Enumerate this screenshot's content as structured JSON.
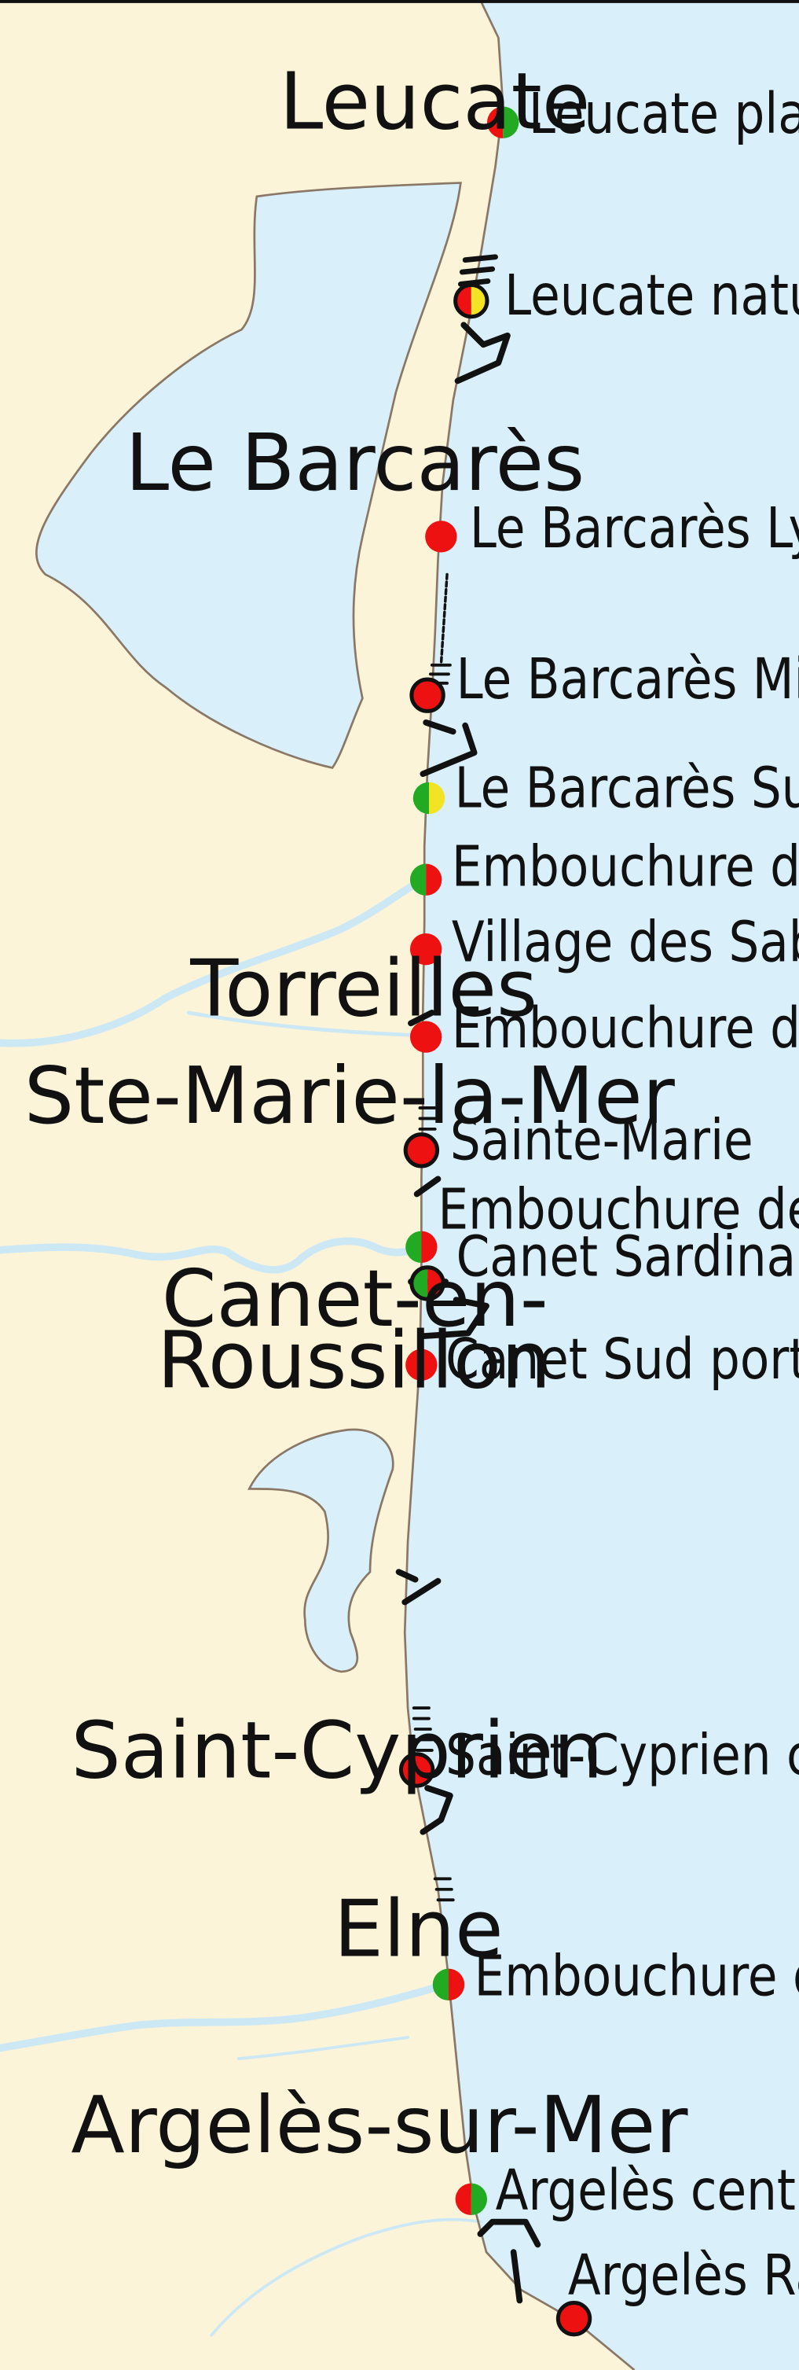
{
  "colors": {
    "land": "#fbf4d9",
    "sea": "#d9f0fa",
    "river": "#cde8f5",
    "coast": "#8a7766",
    "structure": "#111111",
    "red": "#ee1111",
    "green": "#22aa22",
    "yellow": "#f2e324",
    "outline": "#111111"
  },
  "towns": [
    {
      "id": "leucate",
      "name": "Leucate"
    },
    {
      "id": "le-barcares",
      "name": "Le Barcarès"
    },
    {
      "id": "torreilles",
      "name": "Torreilles"
    },
    {
      "id": "ste-marie",
      "name": "Ste-Marie-la-Mer"
    },
    {
      "id": "canet-line1",
      "name": "Canet-en-"
    },
    {
      "id": "canet-line2",
      "name": "Roussillon"
    },
    {
      "id": "saint-cyprien",
      "name": "Saint-Cyprien"
    },
    {
      "id": "elne",
      "name": "Elne"
    },
    {
      "id": "argeles",
      "name": "Argelès-sur-Mer"
    }
  ],
  "beaches": [
    {
      "id": "leucate-plage",
      "name": "Leucate plage",
      "colors": [
        "red",
        "green"
      ],
      "outlined": false
    },
    {
      "id": "leucate-naturiste",
      "name": "Leucate naturiste",
      "colors": [
        "red",
        "yellow"
      ],
      "outlined": true
    },
    {
      "id": "barcares-lydia",
      "name": "Le Barcarès Lydia",
      "colors": [
        "red"
      ],
      "outlined": false
    },
    {
      "id": "barcares-miramars",
      "name": "Le Barcarès Miramars",
      "colors": [
        "red"
      ],
      "outlined": true
    },
    {
      "id": "barcares-sud",
      "name": "Le Barcarès Sud",
      "colors": [
        "green",
        "yellow"
      ],
      "outlined": false
    },
    {
      "id": "embouchure-agly",
      "name": "Embouchure de l’Agly",
      "colors": [
        "green",
        "red"
      ],
      "outlined": false
    },
    {
      "id": "village-sables",
      "name": "Village des Sables",
      "colors": [
        "red"
      ],
      "outlined": false
    },
    {
      "id": "embouchure-bourdigou",
      "name": "Embouchure du Bourdigou",
      "colors": [
        "red"
      ],
      "outlined": false
    },
    {
      "id": "sainte-marie",
      "name": "Sainte-Marie",
      "colors": [
        "red"
      ],
      "outlined": true
    },
    {
      "id": "embouchure-tet",
      "name": "Embouchure de la Têt",
      "colors": [
        "green",
        "red"
      ],
      "outlined": false
    },
    {
      "id": "canet-sardinal",
      "name": "Canet Sardinal",
      "colors": [
        "green",
        "red"
      ],
      "outlined": true
    },
    {
      "id": "canet-sud-port",
      "name": "Canet Sud port",
      "colors": [
        "red"
      ],
      "outlined": false
    },
    {
      "id": "saint-cyprien-centre",
      "name": "Saint-Cyprien centre",
      "colors": [
        "red"
      ],
      "outlined": true
    },
    {
      "id": "embouchure-tech",
      "name": "Embouchure du Tech",
      "colors": [
        "green",
        "red"
      ],
      "outlined": false
    },
    {
      "id": "argeles-centre",
      "name": "Argelès centre",
      "colors": [
        "red",
        "green"
      ],
      "outlined": false
    },
    {
      "id": "argeles-racou",
      "name": "Argelès Racou",
      "colors": [
        "red"
      ],
      "outlined": true
    }
  ]
}
